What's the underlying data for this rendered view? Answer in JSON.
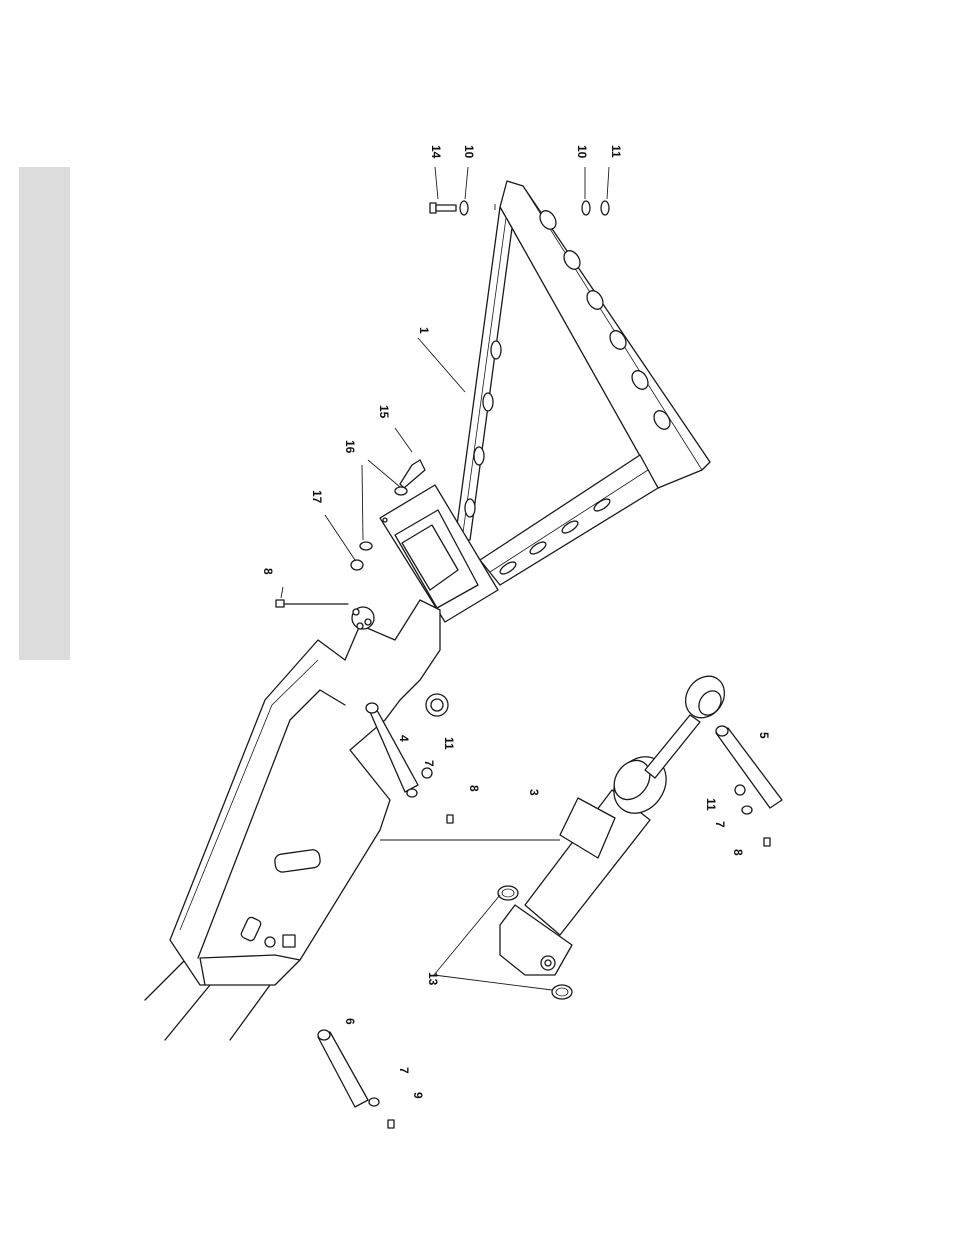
{
  "callouts": {
    "c14": "14",
    "c10a": "10",
    "c10b": "10",
    "c11a": "11",
    "c1": "1",
    "c15": "15",
    "c16": "16",
    "c17": "17",
    "c8a": "8",
    "c4": "4",
    "c11b": "11",
    "c7a": "7",
    "c8b": "8",
    "c3": "3",
    "c5": "5",
    "c11c": "11",
    "c7b": "7",
    "c8c": "8",
    "c13": "13",
    "c6": "6",
    "c7c": "7",
    "c9": "9"
  }
}
